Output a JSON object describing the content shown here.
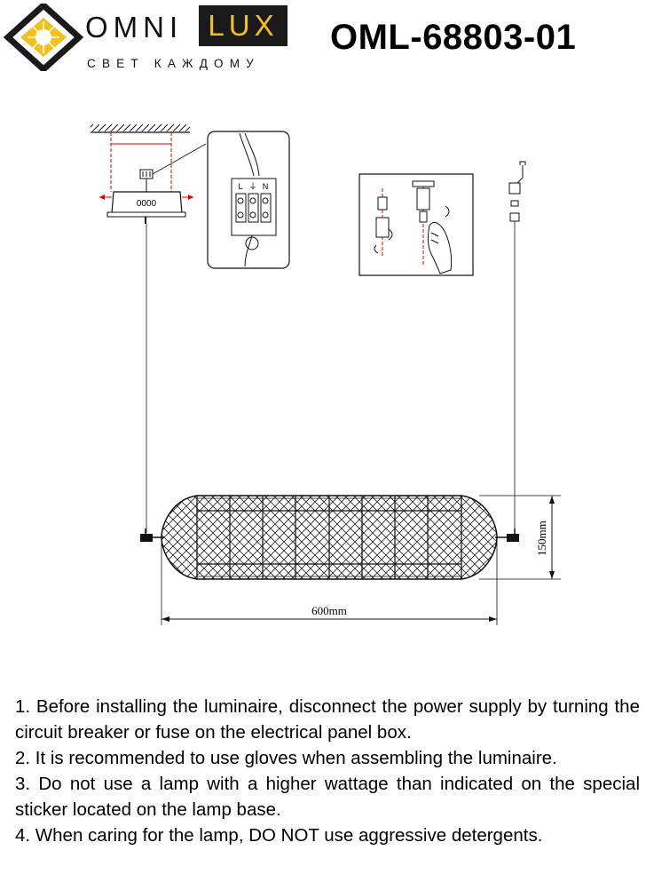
{
  "brand": {
    "name_left": "OMNI",
    "name_right": "LUX",
    "tagline": "СВЕТ КАЖДОМУ",
    "colors": {
      "accent": "#f2c21a",
      "dark": "#1a1a1a"
    }
  },
  "model": "OML-68803-01",
  "diagram": {
    "canopy_label": "0000",
    "terminal_labels": [
      "L",
      "⏚",
      "N"
    ],
    "width_label": "600mm",
    "height_label": "150mm"
  },
  "notes": [
    "1. Before installing the luminaire, disconnect the power supply by turning the circuit breaker or fuse on the electrical panel box.",
    "2. It is recommended to use gloves when assembling the luminaire.",
    "3. Do not use a lamp with a higher wattage than indicated on the special sticker located on the lamp base.",
    "4. When caring for the lamp, DO NOT use aggressive detergents."
  ]
}
